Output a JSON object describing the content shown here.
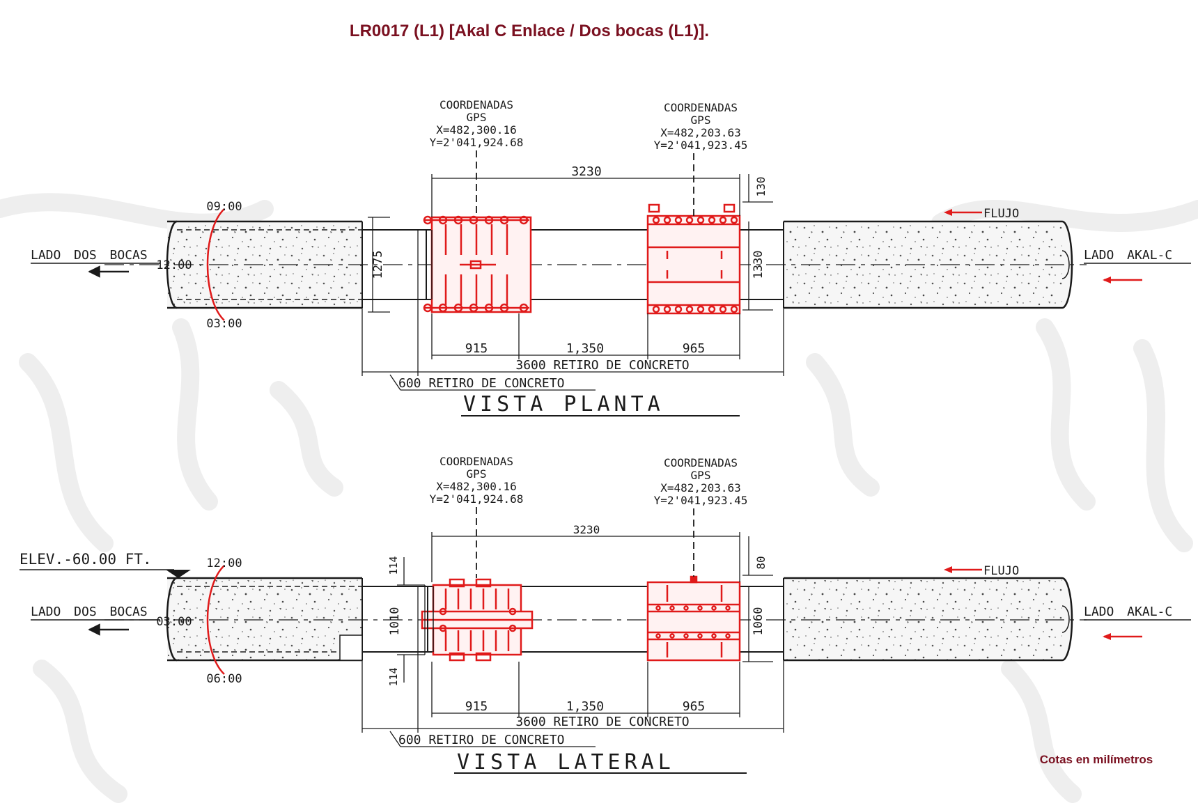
{
  "title": "LR0017 (L1) [Akal C Enlace / Dos bocas (L1)].",
  "footnote": "Cotas en milímetros",
  "colors": {
    "title": "#7a1020",
    "clamp": "#e01a1a",
    "line": "#1a1a1a",
    "concrete": "#c8c8c8"
  },
  "plan": {
    "view_title": "VISTA PLANTA",
    "coord_left": {
      "l1": "COORDENADAS",
      "l2": "GPS",
      "x": "X=482,300.16",
      "y": "Y=2'041,924.68"
    },
    "coord_right": {
      "l1": "COORDENADAS",
      "l2": "GPS",
      "x": "X=482,203.63",
      "y": "Y=2'041,923.45"
    },
    "dim_overall": "3230",
    "dim_top_right": "130",
    "dim_height_left": "1275",
    "dim_height_right": "1330",
    "clock_top": "09:00",
    "clock_mid": "12:00",
    "clock_bottom": "03:00",
    "side_left": "LADO DOS BOCAS",
    "side_right": "LADO AKAL-C",
    "flow": "FLUJO",
    "dim_a": "915",
    "dim_b": "1,350",
    "dim_c": "965",
    "dim_removal": "3600 RETIRO DE CONCRETO",
    "dim_removal_small": "600 RETIRO DE CONCRETO"
  },
  "side": {
    "view_title": "VISTA LATERAL",
    "coord_left": {
      "l1": "COORDENADAS",
      "l2": "GPS",
      "x": "X=482,300.16",
      "y": "Y=2'041,924.68"
    },
    "coord_right": {
      "l1": "COORDENADAS",
      "l2": "GPS",
      "x": "X=482,203.63",
      "y": "Y=2'041,923.45"
    },
    "elevation": "ELEV.-60.00 FT.",
    "dim_overall": "3230",
    "dim_top_right": "80",
    "dim_top_left": "114",
    "dim_bottom_left": "114",
    "dim_height_left": "1010",
    "dim_height_right": "1060",
    "clock_top": "12:00",
    "clock_mid": "03:00",
    "clock_bottom": "06:00",
    "side_left": "LADO DOS BOCAS",
    "side_right": "LADO AKAL-C",
    "flow": "FLUJO",
    "dim_a": "915",
    "dim_b": "1,350",
    "dim_c": "965",
    "dim_removal": "3600 RETIRO DE CONCRETO",
    "dim_removal_small": "600 RETIRO DE CONCRETO"
  }
}
